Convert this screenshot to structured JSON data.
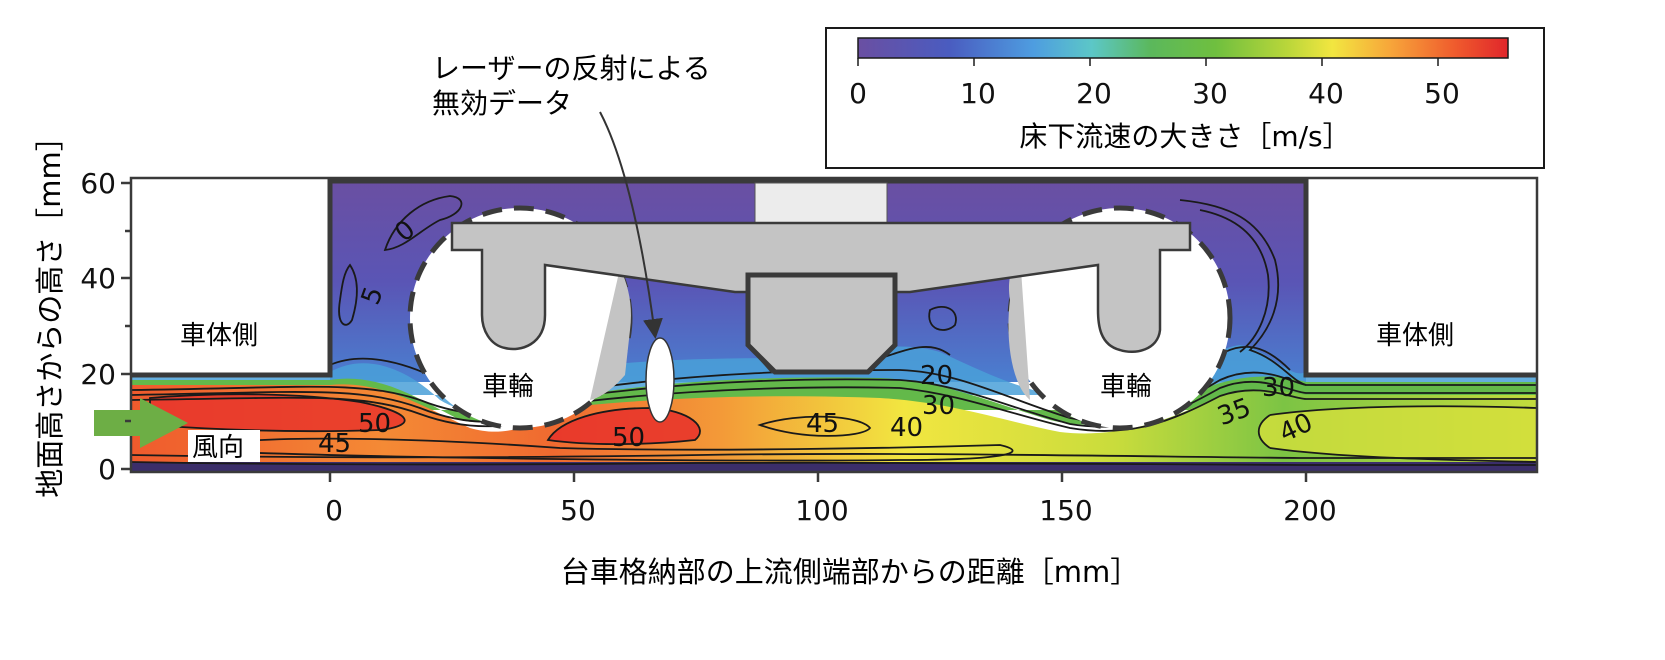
{
  "chart_data": {
    "type": "heatmap",
    "title": "",
    "xlabel": "台車格納部の上流側端部からの距離［mm］",
    "ylabel": "地面高さからの高さ［mm］",
    "xlim": [
      -42,
      248
    ],
    "ylim": [
      0,
      62
    ],
    "x_ticks": [
      0,
      50,
      100,
      150,
      200
    ],
    "x_tick_labels": [
      "0",
      "50",
      "100",
      "150",
      "200"
    ],
    "y_ticks": [
      0,
      20,
      40,
      60
    ],
    "y_tick_labels": [
      "0",
      "20",
      "40",
      "60"
    ],
    "grid": false,
    "colorbar": {
      "label": "床下流速の大きさ［m/s］",
      "min": 0,
      "max": 56,
      "ticks": [
        0,
        10,
        20,
        30,
        40,
        50
      ],
      "tick_labels": [
        "0",
        "10",
        "20",
        "30",
        "40",
        "50"
      ],
      "colormap": "jet-like (purple → blue → cyan → green → yellow → red)",
      "placement": "top-right"
    },
    "contour_levels": [
      5,
      10,
      15,
      20,
      25,
      30,
      35,
      40,
      45,
      50
    ],
    "contour_labels": [
      {
        "text": "50",
        "x": 9,
        "y": 10
      },
      {
        "text": "45",
        "x": 0,
        "y": 5
      },
      {
        "text": "50",
        "x": 58,
        "y": 7
      },
      {
        "text": "45",
        "x": 100,
        "y": 10
      },
      {
        "text": "40",
        "x": 118,
        "y": 9
      },
      {
        "text": "30",
        "x": 124,
        "y": 14
      },
      {
        "text": "20",
        "x": 124,
        "y": 20
      },
      {
        "text": "5",
        "x": 8,
        "y": 36
      },
      {
        "text": "0",
        "x": 15,
        "y": 50
      },
      {
        "text": "35",
        "x": 184,
        "y": 12
      },
      {
        "text": "30",
        "x": 195,
        "y": 17
      },
      {
        "text": "40",
        "x": 196,
        "y": 9
      }
    ],
    "annotations": {
      "body_left": "車体側",
      "body_right": "車体側",
      "wheel_left": "車輪",
      "wheel_right": "車輪",
      "wind": "風向",
      "laser": [
        "レーザーの反射による",
        "無効データ"
      ]
    }
  },
  "colors": {
    "frame": "#3a3a3a",
    "bogie": "#c4c4c4",
    "purple": "#6a4fa2",
    "arrow": "#6dae45"
  }
}
